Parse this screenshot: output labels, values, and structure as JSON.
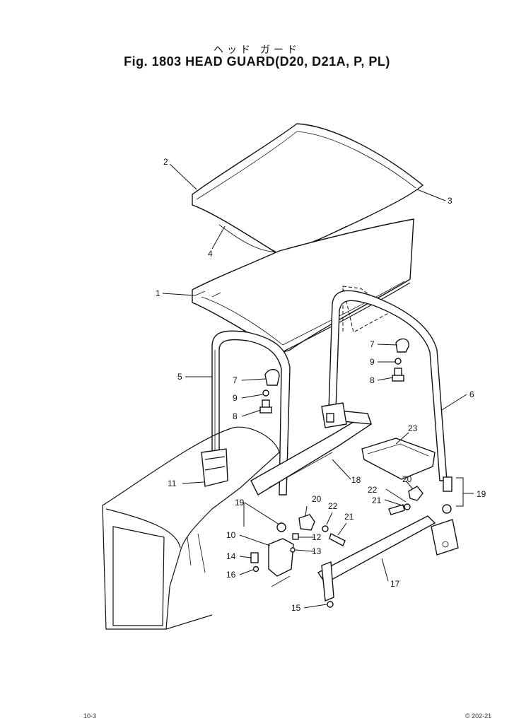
{
  "title": {
    "japanese": "ヘッド ガード",
    "main": "Fig. 1803 HEAD GUARD(D20, D21A, P, PL)"
  },
  "callouts": {
    "c1": "1",
    "c2": "2",
    "c3": "3",
    "c4": "4",
    "c5": "5",
    "c6": "6",
    "c7a": "7",
    "c7b": "7",
    "c8a": "8",
    "c8b": "8",
    "c9a": "9",
    "c9b": "9",
    "c10": "10",
    "c11": "11",
    "c12": "12",
    "c13": "13",
    "c14": "14",
    "c15": "15",
    "c16": "16",
    "c17": "17",
    "c18": "18",
    "c19a": "19",
    "c19b": "19",
    "c20a": "20",
    "c20b": "20",
    "c21a": "21",
    "c21b": "21",
    "c22a": "22",
    "c22b": "22",
    "c23": "23"
  },
  "footer": {
    "left": "10-3",
    "right": "© 202-21"
  }
}
